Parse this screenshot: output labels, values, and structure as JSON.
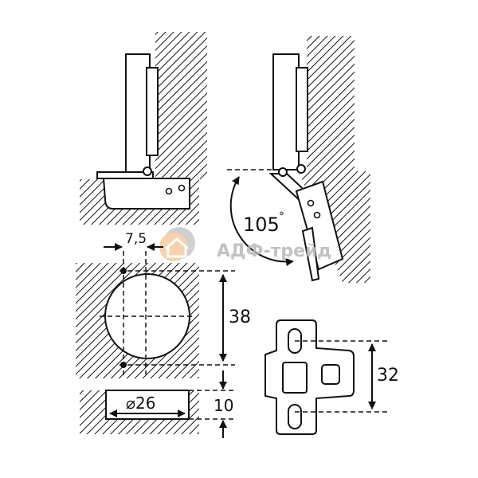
{
  "dimensions": {
    "offset": "7,5",
    "opening_angle": "105",
    "degree_sign": "°",
    "cup_height_span": "38",
    "cup_diameter": "⌀26",
    "edge_distance": "10",
    "plate_hole_spacing": "32"
  },
  "watermark": {
    "text": "АДФ-трейд"
  },
  "colors": {
    "line": "#111111",
    "logo_orange": "#f7c9a0",
    "logo_gray": "#c8c8c8"
  }
}
